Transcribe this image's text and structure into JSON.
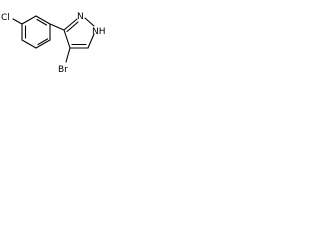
{
  "molecule": {
    "atoms": {
      "chlorine": "Cl",
      "bromine": "Br",
      "nitrogen": "N",
      "nh": "NH"
    }
  }
}
